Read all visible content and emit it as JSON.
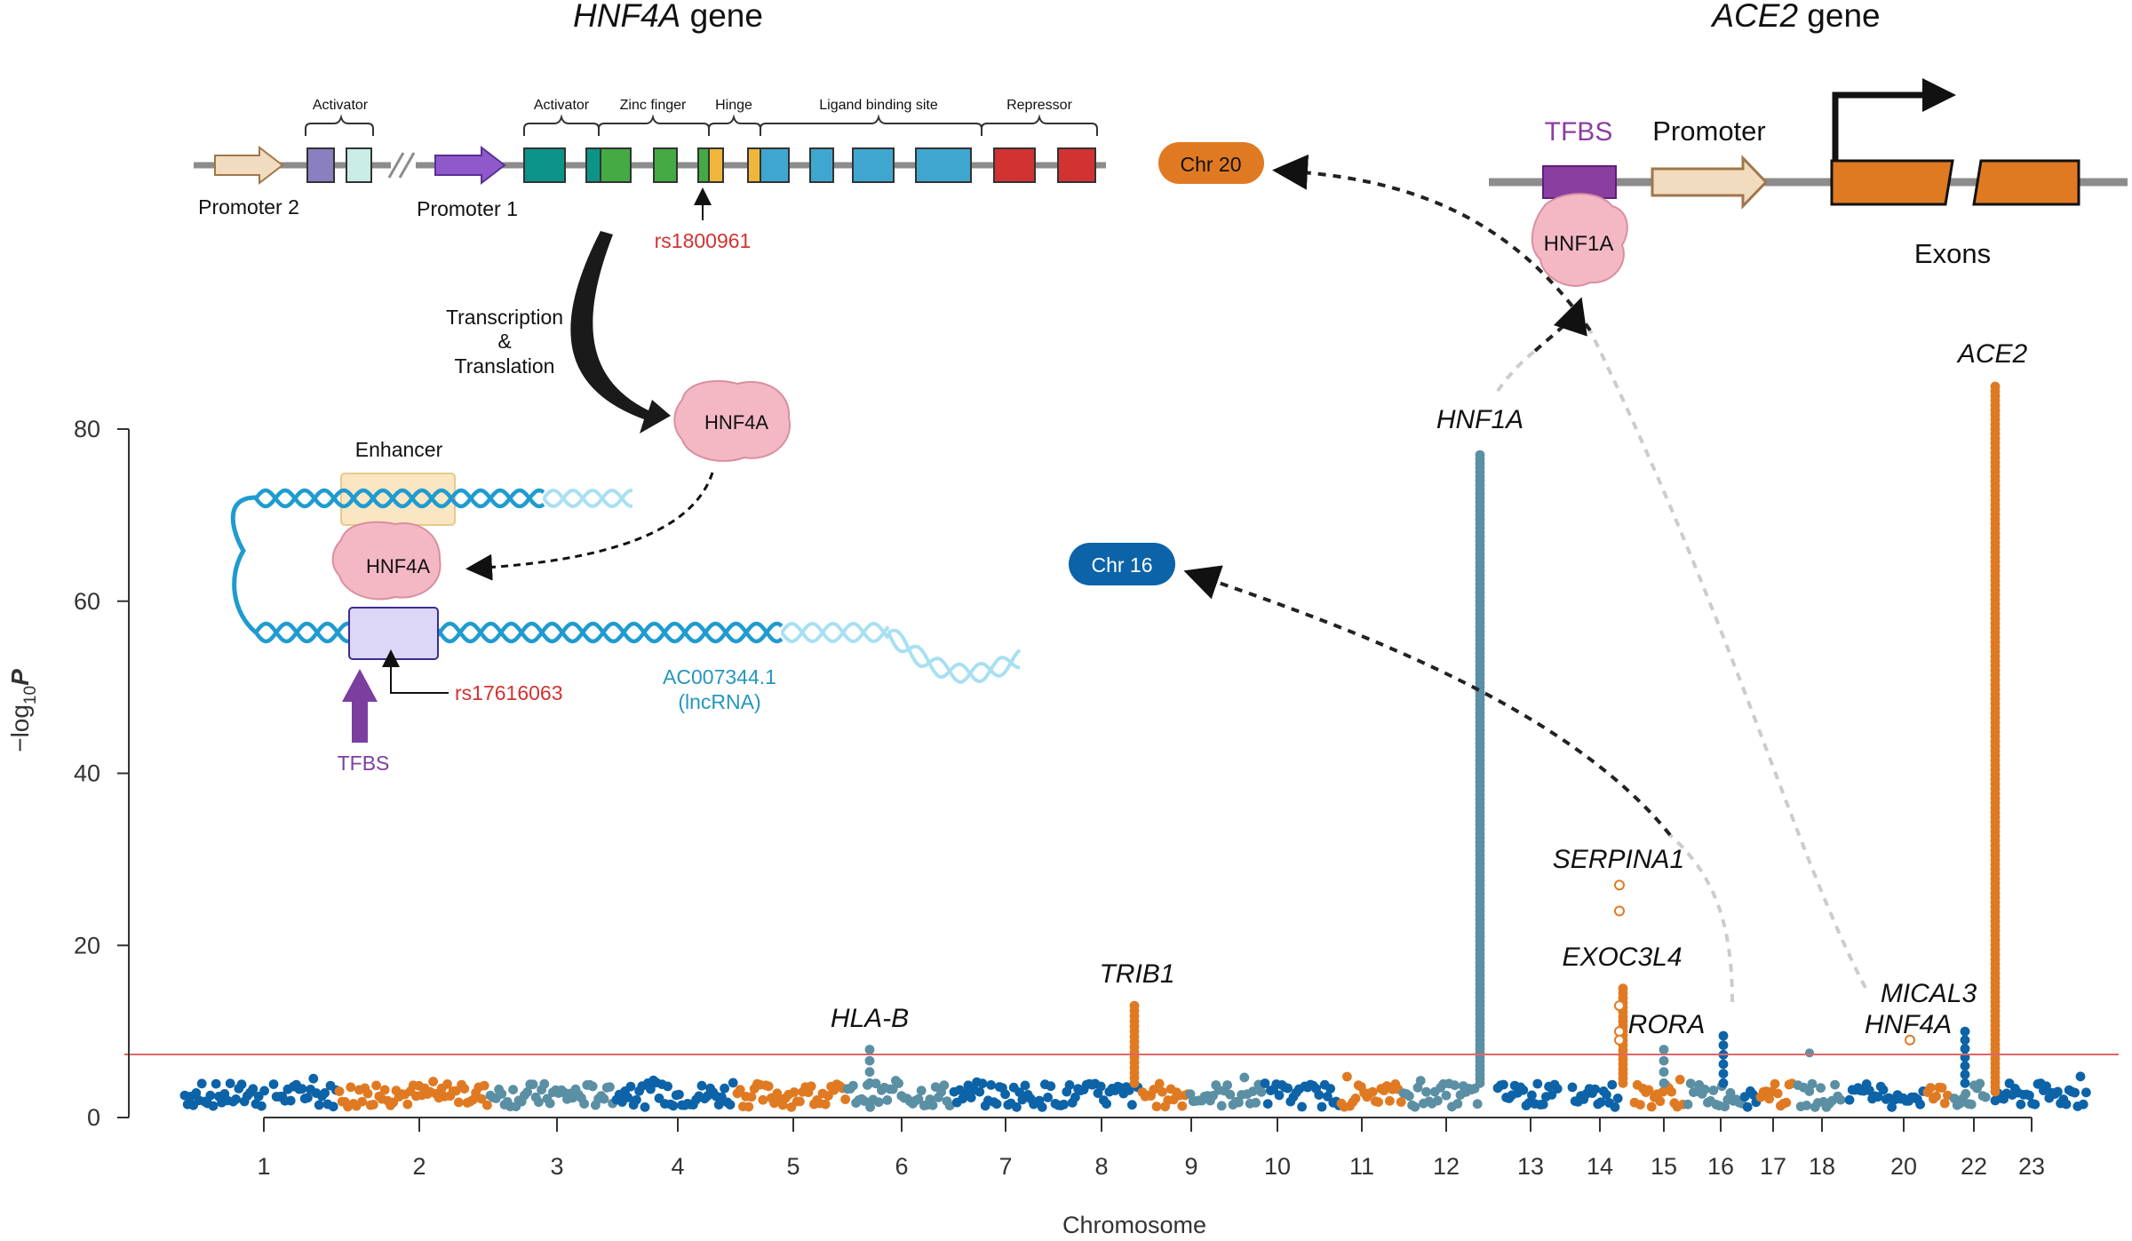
{
  "figure": {
    "hnf4a_gene": {
      "title_gene": "HNF4A",
      "title_suffix": " gene",
      "domains": [
        "Activator",
        "Activator",
        "Zinc finger",
        "Hinge",
        "Ligand binding site",
        "Repressor"
      ],
      "promoters": [
        "Promoter 2",
        "Promoter 1"
      ],
      "snp": "rs1800961",
      "process": [
        "Transcription",
        "&",
        "Translation"
      ],
      "protein": "HNF4A"
    },
    "enhancer": {
      "label": "Enhancer",
      "protein": "HNF4A",
      "snp": "rs17616063",
      "tfbs": "TFBS",
      "lncrna": [
        "AC007344.1",
        "(lncRNA)"
      ]
    },
    "ace2_gene": {
      "title_gene": "ACE2",
      "title_suffix": " gene",
      "tfbs": "TFBS",
      "promoter": "Promoter",
      "protein": "HNF1A",
      "exons": "Exons"
    },
    "chromosome_tags": [
      {
        "label": "Chr 20",
        "color": "#e07a22"
      },
      {
        "label": "Chr 16",
        "color": "#0d63a8"
      }
    ]
  },
  "chart_data": {
    "type": "scatter",
    "subtype": "manhattan",
    "xlabel": "Chromosome",
    "ylabel_prefix": "−log",
    "ylabel_sub": "10",
    "ylabel_var": "P",
    "ylim": [
      0,
      80
    ],
    "yticks": [
      0,
      20,
      40,
      60,
      80
    ],
    "threshold": 7.3,
    "chromosomes": [
      "1",
      "2",
      "3",
      "4",
      "5",
      "6",
      "7",
      "8",
      "9",
      "10",
      "11",
      "12",
      "13",
      "14",
      "15",
      "16",
      "17",
      "18",
      "20",
      "22",
      "23"
    ],
    "colors": {
      "dark_blue": "#0d63a8",
      "orange": "#e07a22",
      "slate": "#5b8fa4",
      "threshold": "#e06666"
    },
    "peaks": [
      {
        "gene": "HLA-B",
        "chromosome": "6",
        "max_neglog10p": 8
      },
      {
        "gene": "TRIB1",
        "chromosome": "8",
        "max_neglog10p": 13
      },
      {
        "gene": "HNF1A",
        "chromosome": "12",
        "max_neglog10p": 77
      },
      {
        "gene": "SERPINA1",
        "chromosome": "14",
        "max_neglog10p": 27
      },
      {
        "gene": "EXOC3L4",
        "chromosome": "14",
        "max_neglog10p": 15.5
      },
      {
        "gene": "RORA",
        "chromosome": "15",
        "max_neglog10p": 8
      },
      {
        "gene": "MICAL3",
        "chromosome": "22",
        "max_neglog10p": 10
      },
      {
        "gene": "HNF4A",
        "chromosome": "20",
        "max_neglog10p": 9
      },
      {
        "gene": "ACE2",
        "chromosome": "23",
        "max_neglog10p": 85
      }
    ]
  }
}
